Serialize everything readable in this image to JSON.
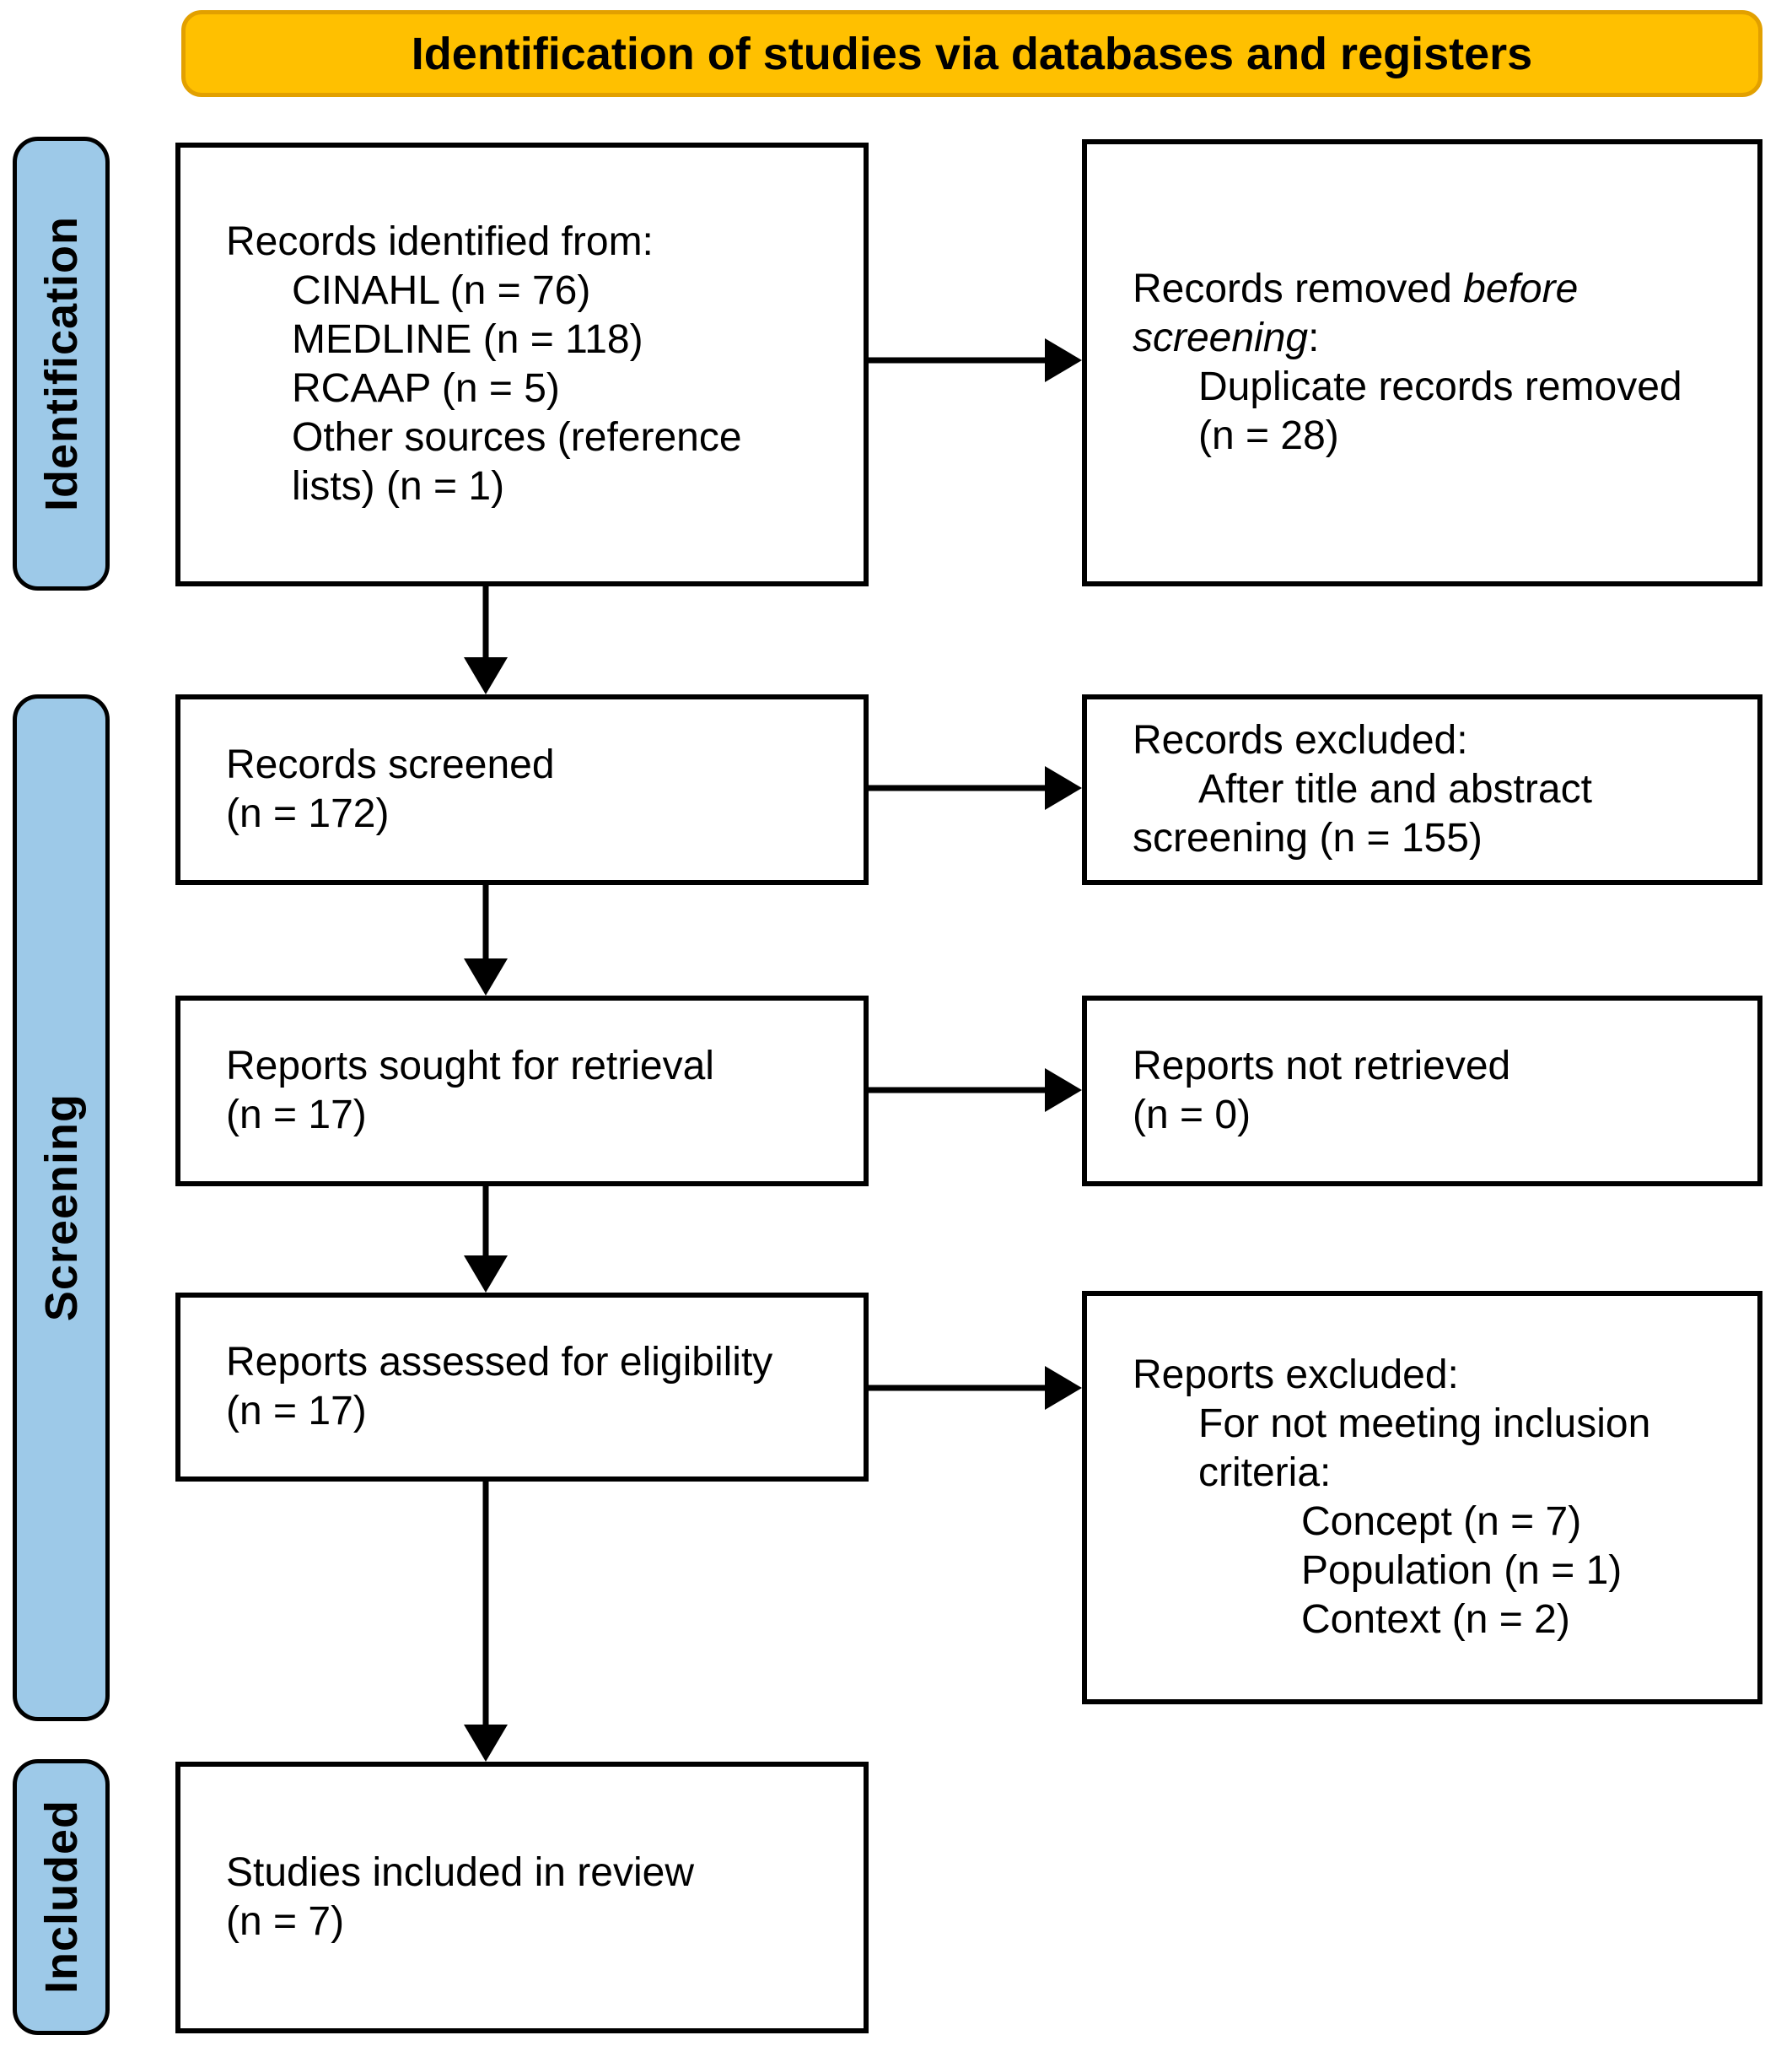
{
  "diagram": {
    "title": "Identification of studies via databases and registers",
    "stages": [
      {
        "label": "Identification"
      },
      {
        "label": "Screening"
      },
      {
        "label": "Included"
      }
    ],
    "boxes": {
      "records_identified": {
        "line1": "Records identified from:",
        "line2": "CINAHL (n = 76)",
        "line3": "MEDLINE (n = 118)",
        "line4": "RCAAP (n = 5)",
        "line5": "Other sources (reference",
        "line6": "lists) (n = 1)"
      },
      "records_removed": {
        "line1_normal": "Records removed ",
        "line1_italic": "before",
        "line2_italic": "screening",
        "line2_normal": ":",
        "line3": "Duplicate records removed",
        "line4": "(n = 28)"
      },
      "records_screened": {
        "line1": "Records screened",
        "line2": "(n = 172)"
      },
      "records_excluded": {
        "line1": "Records excluded:",
        "line2": "After title and abstract",
        "line3": "screening (n = 155)"
      },
      "reports_sought": {
        "line1": "Reports sought for retrieval",
        "line2": "(n = 17)"
      },
      "reports_not_retrieved": {
        "line1": "Reports not retrieved",
        "line2": "(n = 0)"
      },
      "reports_assessed": {
        "line1": "Reports assessed for eligibility",
        "line2": "(n = 17)"
      },
      "reports_excluded": {
        "line1": "Reports excluded:",
        "line2": "For not meeting inclusion",
        "line3": "criteria:",
        "line4": "Concept (n = 7)",
        "line5": "Population (n = 1)",
        "line6": "Context (n = 2)"
      },
      "studies_included": {
        "line1": "Studies included in review",
        "line2": "(n = 7)"
      }
    },
    "colors": {
      "banner_fill": "#FFC000",
      "banner_border": "#E2A000",
      "stage_fill": "#9DC9E8",
      "stage_border": "#000000",
      "box_fill": "#FFFFFF",
      "box_border": "#000000",
      "arrow": "#000000",
      "text": "#000000"
    }
  }
}
